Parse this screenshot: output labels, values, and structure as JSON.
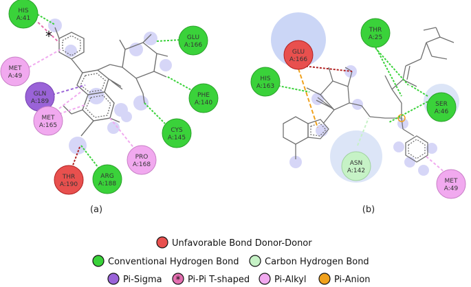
{
  "colors": {
    "unfavorable": "#e8504e",
    "conventional_hbond": "#3ad23a",
    "carbon_hbond": "#c6f2c6",
    "pi_sigma": "#9a63d8",
    "pi_pi_tshaped": "#e46fb0",
    "pi_alkyl": "#f1a9ef",
    "pi_anion": "#f0a11c",
    "molecule": "#707070",
    "halo": "#b5b5f2"
  },
  "panels": {
    "a": {
      "label": "(a)",
      "residues": [
        {
          "id": "his41",
          "name": "HIS",
          "num": "A:41",
          "type": "conventional_hbond"
        },
        {
          "id": "met49",
          "name": "MET",
          "num": "A:49",
          "type": "pi_alkyl"
        },
        {
          "id": "gln189",
          "name": "GLN",
          "num": "A:189",
          "type": "pi_sigma"
        },
        {
          "id": "met165",
          "name": "MET",
          "num": "A:165",
          "type": "pi_alkyl"
        },
        {
          "id": "glu166",
          "name": "GLU",
          "num": "A:166",
          "type": "conventional_hbond"
        },
        {
          "id": "phe140",
          "name": "PHE",
          "num": "A:140",
          "type": "conventional_hbond"
        },
        {
          "id": "cys145",
          "name": "CYS",
          "num": "A:145",
          "type": "conventional_hbond"
        },
        {
          "id": "pro168",
          "name": "PRO",
          "num": "A:168",
          "type": "pi_alkyl"
        },
        {
          "id": "arg188",
          "name": "ARG",
          "num": "A:188",
          "type": "conventional_hbond"
        },
        {
          "id": "thr190",
          "name": "THR",
          "num": "A:190",
          "type": "unfavorable"
        }
      ]
    },
    "b": {
      "label": "(b)",
      "residues": [
        {
          "id": "glu166",
          "name": "GLU",
          "num": "A:166",
          "type": "unfavorable"
        },
        {
          "id": "thr25",
          "name": "THR",
          "num": "A:25",
          "type": "conventional_hbond"
        },
        {
          "id": "his163",
          "name": "HIS",
          "num": "A:163",
          "type": "conventional_hbond"
        },
        {
          "id": "ser46",
          "name": "SER",
          "num": "A:46",
          "type": "conventional_hbond"
        },
        {
          "id": "asn142",
          "name": "ASN",
          "num": "A:142",
          "type": "carbon_hbond"
        },
        {
          "id": "met49",
          "name": "MET",
          "num": "A:49",
          "type": "pi_alkyl"
        }
      ]
    }
  },
  "legend": {
    "row1": [
      {
        "type": "unfavorable",
        "label": "Unfavorable Bond Donor-Donor"
      }
    ],
    "row2": [
      {
        "type": "conventional_hbond",
        "label": "Conventional Hydrogen Bond"
      },
      {
        "type": "carbon_hbond",
        "label": "Carbon Hydrogen Bond"
      }
    ],
    "row3": [
      {
        "type": "pi_sigma",
        "label": "Pi-Sigma"
      },
      {
        "type": "pi_pi_tshaped",
        "label": "Pi-Pi T-shaped"
      },
      {
        "type": "pi_alkyl",
        "label": "Pi-Alkyl"
      },
      {
        "type": "pi_anion",
        "label": "Pi-Anion"
      }
    ]
  }
}
